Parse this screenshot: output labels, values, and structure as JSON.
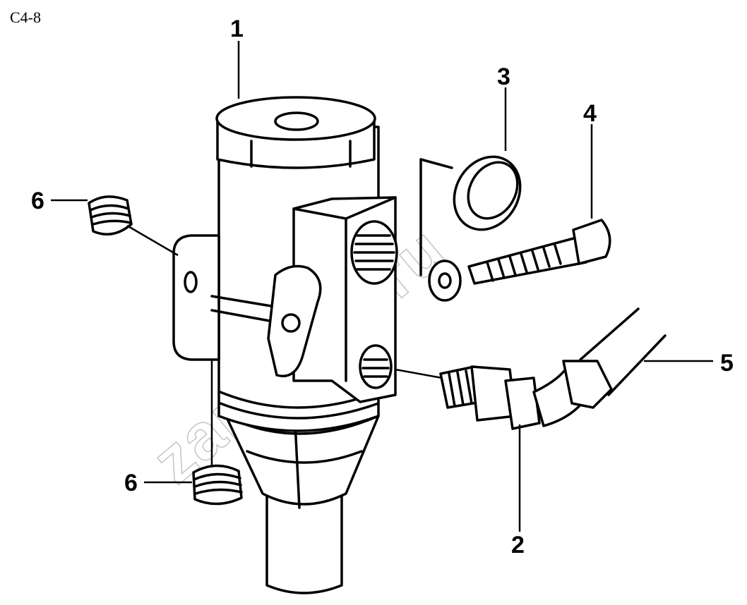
{
  "diagram": {
    "code": "C4-8",
    "watermark": "zap-kam.ru",
    "callouts": [
      "1",
      "2",
      "3",
      "4",
      "5",
      "6",
      "6"
    ]
  }
}
